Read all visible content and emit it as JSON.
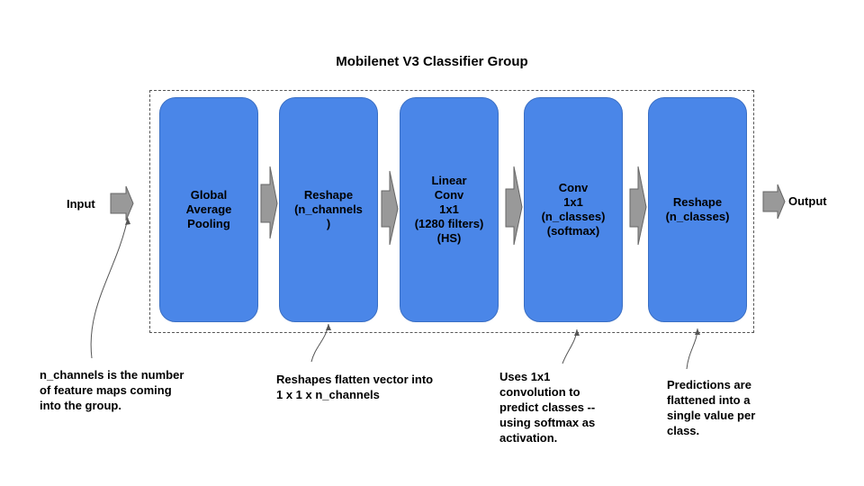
{
  "title": "Mobilenet V3 Classifier Group",
  "input_label": "Input",
  "output_label": "Output",
  "blocks": [
    {
      "label": "Global\nAverage\nPooling"
    },
    {
      "label": "Reshape\n(n_channels\n)"
    },
    {
      "label": "Linear\nConv\n1x1\n(1280 filters)\n(HS)"
    },
    {
      "label": "Conv\n1x1\n(n_classes)\n(softmax)"
    },
    {
      "label": "Reshape\n(n_classes)"
    }
  ],
  "notes": [
    {
      "text": "n_channels is the number\nof feature maps coming\ninto the group."
    },
    {
      "text": "Reshapes flatten vector into\n1 x 1 x n_channels"
    },
    {
      "text": "Uses 1x1\nconvolution to\npredict classes --\nusing softmax as\nactivation."
    },
    {
      "text": "Predictions are\nflattened into a\nsingle value per\nclass."
    }
  ],
  "colors": {
    "block_fill": "#4a86e8",
    "arrow_fill": "#999999",
    "group_border": "#555555"
  }
}
